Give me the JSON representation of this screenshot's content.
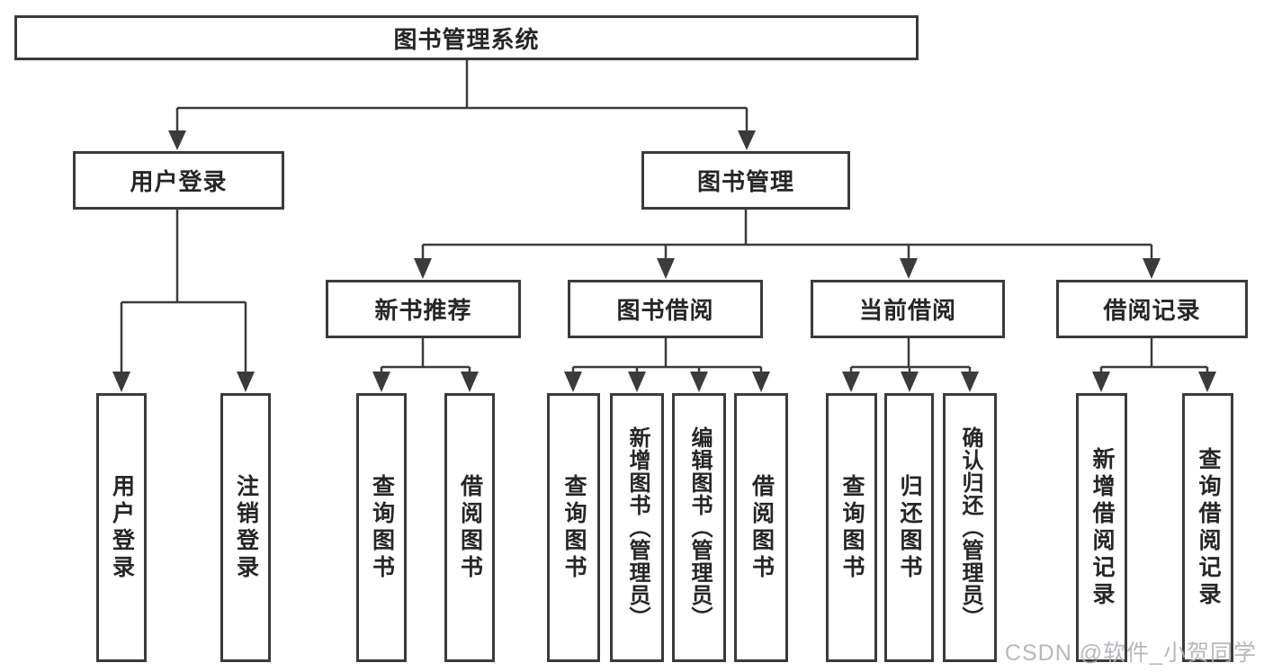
{
  "root": {
    "label": "图书管理系统"
  },
  "login": {
    "label": "用户登录",
    "leaves": [
      {
        "label": "用户登录"
      },
      {
        "label": "注销登录"
      }
    ]
  },
  "mgmt": {
    "label": "图书管理",
    "sections": [
      {
        "label": "新书推荐",
        "leaves": [
          {
            "label": "查询图书"
          },
          {
            "label": "借阅图书"
          }
        ]
      },
      {
        "label": "图书借阅",
        "leaves": [
          {
            "label": "查询图书"
          },
          {
            "label": "新增图书（管理员）"
          },
          {
            "label": "编辑图书（管理员）"
          },
          {
            "label": "借阅图书"
          }
        ]
      },
      {
        "label": "当前借阅",
        "leaves": [
          {
            "label": "查询图书"
          },
          {
            "label": "归还图书"
          },
          {
            "label": "确认归还（管理员）"
          }
        ]
      },
      {
        "label": "借阅记录",
        "leaves": [
          {
            "label": "新增借阅记录"
          },
          {
            "label": "查询借阅记录"
          }
        ]
      }
    ]
  },
  "watermark": {
    "text": "CSDN @软件_小贺同学"
  },
  "colors": {
    "line": "#3b3b3b",
    "text": "#262626",
    "watermark": "#aeb2b6",
    "background": "#ffffff"
  }
}
